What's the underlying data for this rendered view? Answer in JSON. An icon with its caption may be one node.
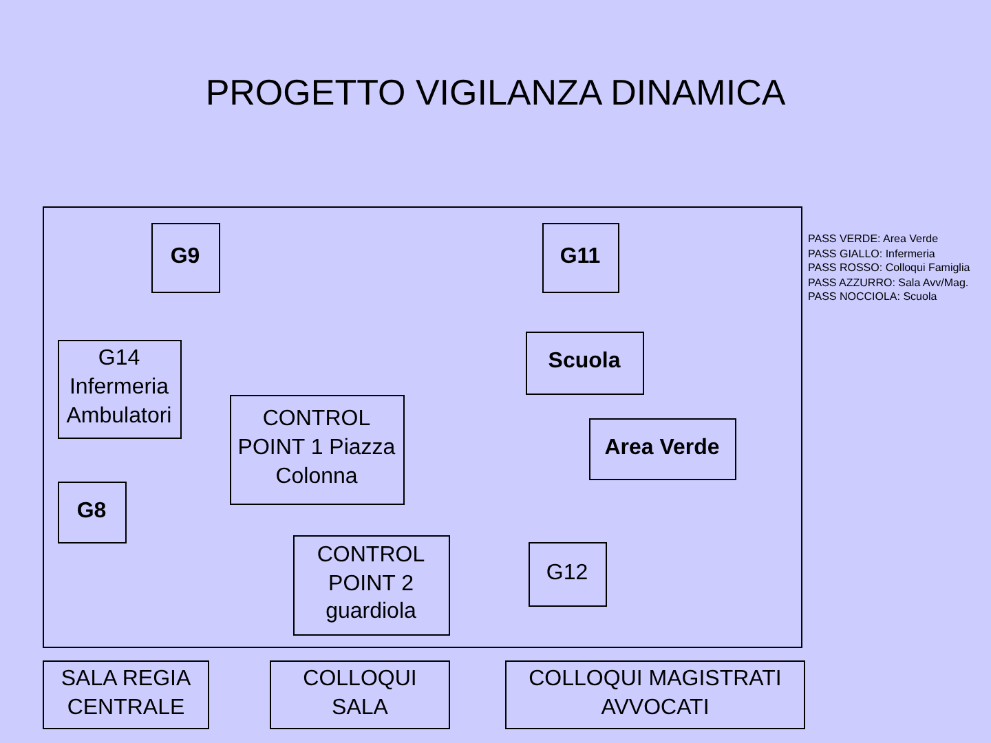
{
  "diagram": {
    "title": "PROGETTO VIGILANZA DINAMICA",
    "nodes": [
      {
        "text": [],
        "shape": "box"
      },
      {
        "text": [
          "G9"
        ],
        "in": 0
      },
      {
        "text": [
          "G11"
        ],
        "in": 0
      },
      {
        "text": [
          "G14 Infermeria Ambulatori"
        ],
        "in": 0
      },
      {
        "text": [
          "Scuola"
        ],
        "in": 0
      },
      {
        "text": [
          "CONTROL POINT 1 Piazza Colonna"
        ],
        "in": 0
      },
      {
        "text": [
          "Area Verde"
        ],
        "in": 0
      },
      {
        "text": [
          "G8"
        ],
        "in": 0
      },
      {
        "text": [
          "CONTROL POINT 2 guardiola"
        ],
        "in": 0
      },
      {
        "text": [
          "G12"
        ],
        "in": 0
      },
      {
        "text": [
          "SALA REGIA CENTRALE"
        ]
      },
      {
        "text": [
          "COLLOQUI SALA"
        ]
      },
      {
        "text": [
          "COLLOQUI MAGISTRATI AVVOCATI"
        ]
      }
    ],
    "labels": [
      "PASS VERDE: Area Verde",
      "PASS GIALLO: Infermeria",
      "PASS ROSSO: Colloqui Famiglia",
      "PASS AZZURRO: Sala Avv/Mag.",
      "PASS NOCCIOLA: Scuola"
    ]
  }
}
